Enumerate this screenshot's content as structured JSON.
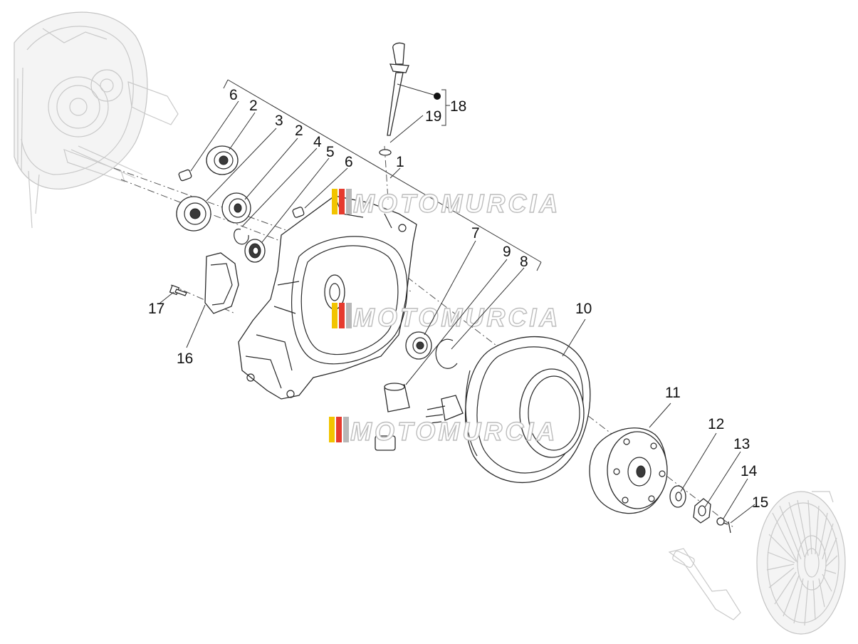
{
  "callouts": {
    "c1": "1",
    "c2a": "2",
    "c2b": "2",
    "c3": "3",
    "c4": "4",
    "c5": "5",
    "c6a": "6",
    "c6b": "6",
    "c7": "7",
    "c8": "8",
    "c9": "9",
    "c10": "10",
    "c11": "11",
    "c12": "12",
    "c13": "13",
    "c14": "14",
    "c15": "15",
    "c16": "16",
    "c17": "17",
    "c18": "18",
    "c19": "19"
  },
  "watermark": {
    "text": "MOTOMURCIA",
    "stripe_colors": [
      "#f2c400",
      "#e63b2e",
      "#b8b8b8"
    ]
  },
  "colors": {
    "line": "#2a2a2a",
    "ghost": "#c9c9c9",
    "background": "#ffffff"
  }
}
